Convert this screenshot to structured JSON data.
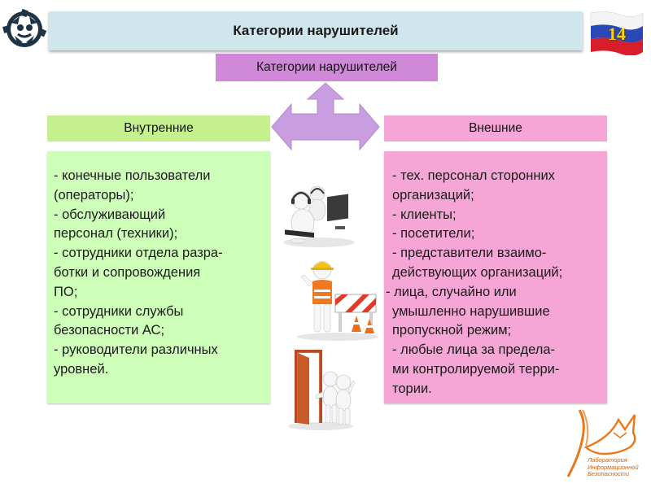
{
  "header": {
    "title": "Категории нарушителей",
    "page_number": "14"
  },
  "center": {
    "label": "Категории нарушителей"
  },
  "left": {
    "heading": "Внутренние",
    "lines": [
      "- конечные пользователи",
      "(операторы);",
      "- обслуживающий",
      "персонал (техники);",
      "- сотрудники отдела разра-",
      "ботки и сопровождения",
      "ПО;",
      "- сотрудники службы",
      "безопасности АС;",
      "- руководители различных",
      "уровней."
    ]
  },
  "right": {
    "heading": "Внешние",
    "lines": [
      "- тех. персонал сторонних",
      "организаций;",
      "- клиенты;",
      "- посетители;",
      "- представители взаимо-",
      "действующих организаций;",
      "- лица, случайно или",
      "умышленно нарушившие",
      "пропускной режим;",
      "- любые лица за предела-",
      "ми контролируемой терри-",
      "тории."
    ]
  },
  "logo": {
    "lines": [
      "Лаборатория",
      "Информационной",
      "Безопасности"
    ]
  },
  "colors": {
    "header_bg": "#cfe6ec",
    "center_box": "#d089d8",
    "arrow": "#c99ee0",
    "internal_heading": "#c5f08e",
    "internal_panel": "#ceffb8",
    "external": "#f6a6d6",
    "logo_orange": "#e8781a"
  },
  "icons": [
    "team-logo-icon",
    "russian-flag-icon",
    "four-way-arrow-icon",
    "operators-illustration",
    "worker-barrier-illustration",
    "person-door-illustration",
    "fox-logo-icon"
  ]
}
